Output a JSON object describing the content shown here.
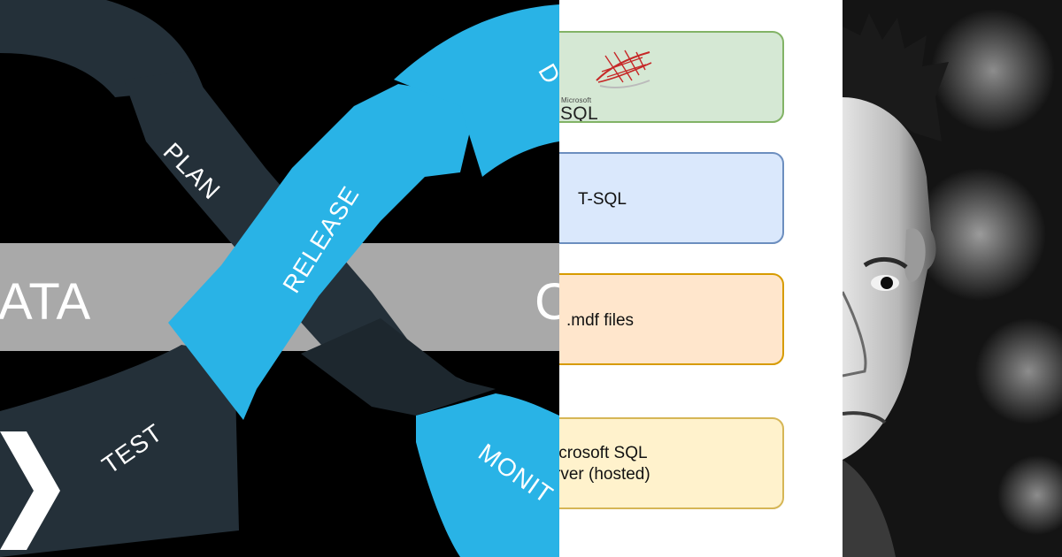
{
  "devops": {
    "band_left_text": "ATA",
    "band_right_text": "C",
    "labels": {
      "plan": "PLAN",
      "release": "RELEASE",
      "test": "TEST",
      "monitor": "MONIT",
      "deploy": "D"
    },
    "colors": {
      "dark": "#243039",
      "blue": "#29b3e6",
      "band": "#a9a9a9"
    }
  },
  "diagram": {
    "boxes": [
      {
        "id": "sqlserver",
        "logo_small": "Microsoft",
        "logo_text": "SQL Server",
        "fill": "#d5e8d4",
        "stroke": "#82b366"
      },
      {
        "id": "tsql",
        "label": "T-SQL",
        "fill": "#dae8fc",
        "stroke": "#6c8ebf"
      },
      {
        "id": "mdf",
        "label": ".mdf files",
        "fill": "#ffe6cc",
        "stroke": "#d79b00"
      },
      {
        "id": "hosted",
        "label": "icrosoft SQL\nrver (hosted)",
        "fill": "#fff2cc",
        "stroke": "#d6b656"
      }
    ]
  },
  "photo": {
    "icon": "person-portrait"
  }
}
